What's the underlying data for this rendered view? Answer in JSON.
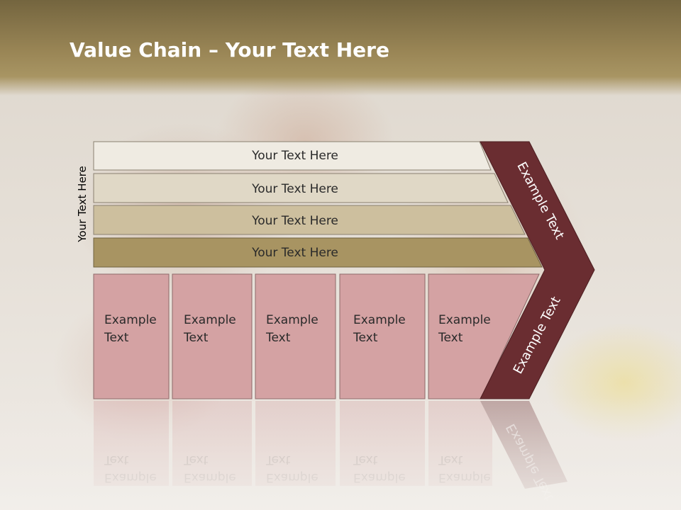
{
  "slide": {
    "title_bold": "Value Chain",
    "title_rest": " – Your Text Here",
    "vertical_label": "Your Text Here"
  },
  "bars": [
    {
      "label": "Your Text Here",
      "color": "#efebe2"
    },
    {
      "label": "Your Text Here",
      "color": "#e0d8c6"
    },
    {
      "label": "Your Text Here",
      "color": "#cdbf9e"
    },
    {
      "label": "Your Text Here",
      "color": "#a89462"
    }
  ],
  "cells": [
    {
      "line1": "Example",
      "line2": "Text"
    },
    {
      "line1": "Example",
      "line2": "Text"
    },
    {
      "line1": "Example",
      "line2": "Text"
    },
    {
      "line1": "Example",
      "line2": "Text"
    },
    {
      "line1": "Example",
      "line2": "Text"
    }
  ],
  "chevron": {
    "upper_label": "Example Text",
    "lower_label": "Example Text",
    "color": "#6a2d31"
  },
  "colors": {
    "cell_fill": "#d4a2a3",
    "header": "#9a8656"
  }
}
